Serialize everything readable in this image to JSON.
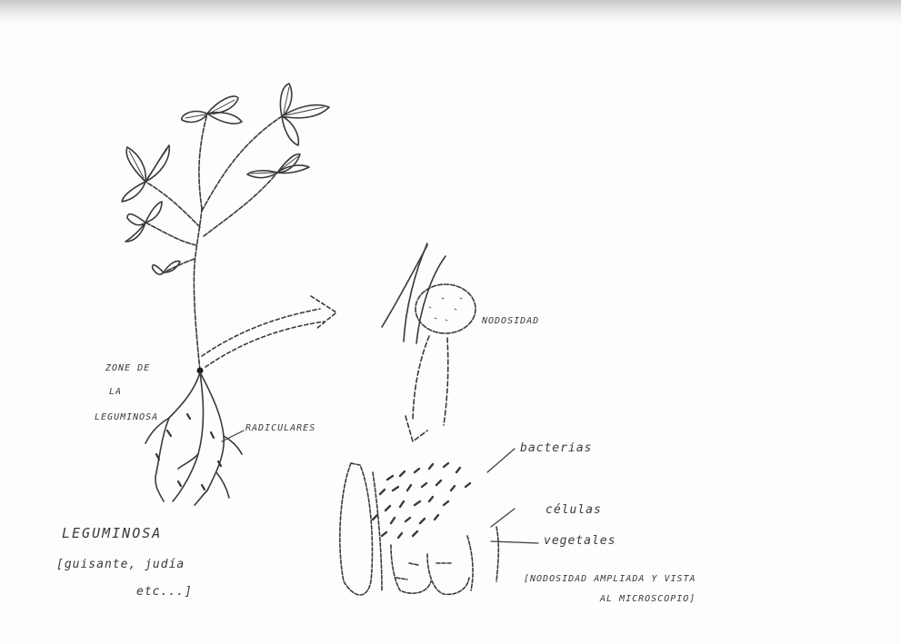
{
  "labels": {
    "root_zone_1": "ZONE DE",
    "root_zone_2": "LA",
    "root_zone_3": "LEGUMINOSA",
    "root_hairs": "RADICULARES",
    "nodule": "NODOSIDAD",
    "bacteria": "bacterias",
    "cells": "células",
    "vegetal": "vegetales",
    "caption_1": "[NODOSIDAD AMPLIADA Y VISTA",
    "caption_2": "AL MICROSCOPIO]",
    "plant_title": "LEGUMINOSA",
    "plant_examples_1": "[guisante, judía",
    "plant_examples_2": "etc...]"
  },
  "style": {
    "ink": "#3a3a3a",
    "paper": "#fdfdfc"
  }
}
